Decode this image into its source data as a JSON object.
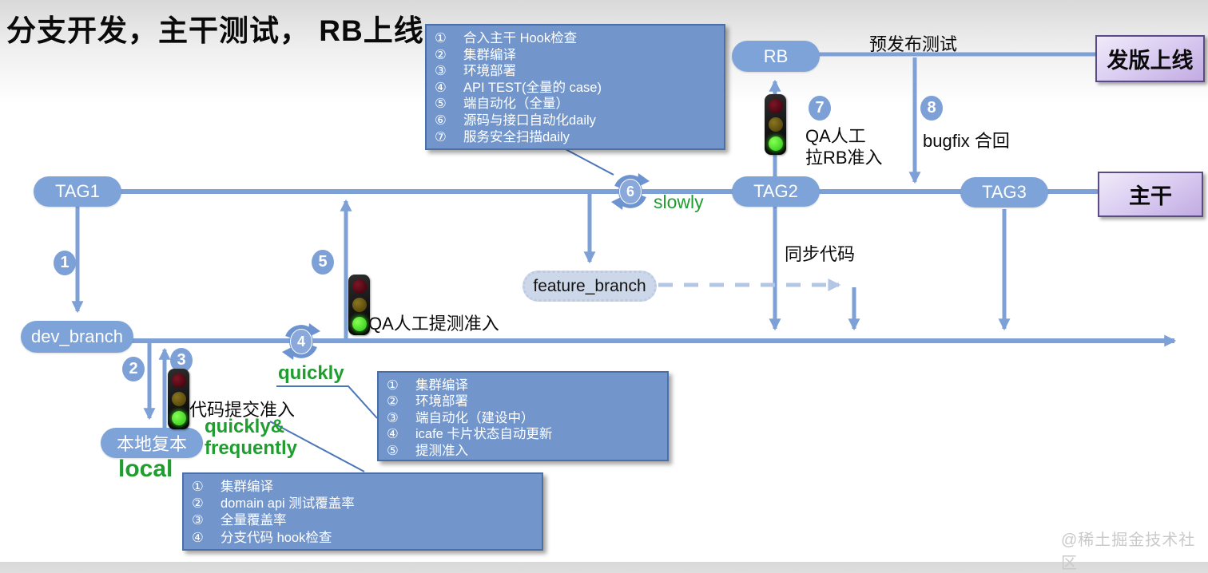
{
  "title": "分支开发，主干测试， RB上线",
  "nodes": {
    "tag1": "TAG1",
    "tag2": "TAG2",
    "tag3": "TAG3",
    "rb": "RB",
    "dev_branch": "dev_branch",
    "feature_branch": "feature_branch",
    "local_copy": "本地复本",
    "release": "发版上线",
    "trunk": "主干"
  },
  "steps": {
    "n1": "1",
    "n2": "2",
    "n3": "3",
    "n4": "4",
    "n5": "5",
    "n6": "6",
    "n7": "7",
    "n8": "8"
  },
  "labels": {
    "pre_release_test": "预发布测试",
    "qa_pull_rb_line1": "QA人工",
    "qa_pull_rb_line2": "拉RB准入",
    "bugfix_merge": "bugfix 合回",
    "sync_code": "同步代码",
    "qa_submit_check": "QA人工提测准入",
    "code_commit_check": "代码提交准入",
    "slowly": "slowly",
    "quickly": "quickly",
    "quickly_and": "quickly&",
    "frequently": "frequently",
    "local": "local"
  },
  "checklists": {
    "trunk_merge": [
      {
        "n": "①",
        "t": "合入主干 Hook检查"
      },
      {
        "n": "②",
        "t": "集群编译"
      },
      {
        "n": "③",
        "t": "环境部署"
      },
      {
        "n": "④",
        "t": "API TEST(全量的 case)"
      },
      {
        "n": "⑤",
        "t": "端自动化（全量）"
      },
      {
        "n": "⑥",
        "t": "源码与接口自动化daily"
      },
      {
        "n": "⑦",
        "t": "服务安全扫描daily"
      }
    ],
    "dev_submit": [
      {
        "n": "①",
        "t": "集群编译"
      },
      {
        "n": "②",
        "t": "环境部署"
      },
      {
        "n": "③",
        "t": "端自动化（建设中）"
      },
      {
        "n": "④",
        "t": "icafe 卡片状态自动更新"
      },
      {
        "n": "⑤",
        "t": "提测准入"
      }
    ],
    "local_commit": [
      {
        "n": "①",
        "t": "集群编译"
      },
      {
        "n": "②",
        "t": "domain api 测试覆盖率"
      },
      {
        "n": "③",
        "t": "全量覆盖率"
      },
      {
        "n": "④",
        "t": "分支代码 hook检查"
      }
    ]
  },
  "colors": {
    "line_blue": "#7da1d7",
    "box_blue": "#7296cb",
    "pill_blue": "#7ea3d8",
    "green_text": "#1f9d2f",
    "purple_box_border": "#5a4a85",
    "traffic_green": "#27c414"
  },
  "watermark": "@稀土掘金技术社区"
}
